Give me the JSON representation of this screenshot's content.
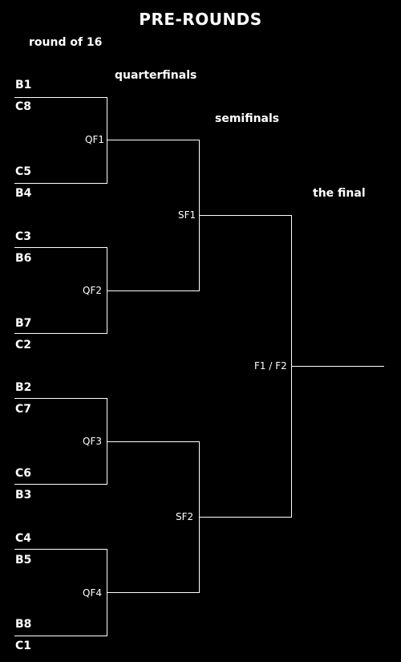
{
  "title": "PRE-ROUNDS",
  "round_headers": {
    "round_of_16": "round of 16",
    "quarterfinals": "quarterfinals",
    "semifinals": "semifinals",
    "final": "the final"
  },
  "seeds": [
    "B1",
    "C8",
    "C5",
    "B4",
    "C3",
    "B6",
    "B7",
    "C2",
    "B2",
    "C7",
    "C6",
    "B3",
    "C4",
    "B5",
    "B8",
    "C1"
  ],
  "matches": {
    "qf": [
      "QF1",
      "QF2",
      "QF3",
      "QF4"
    ],
    "sf": [
      "SF1",
      "SF2"
    ],
    "final": "F1 / F2"
  }
}
